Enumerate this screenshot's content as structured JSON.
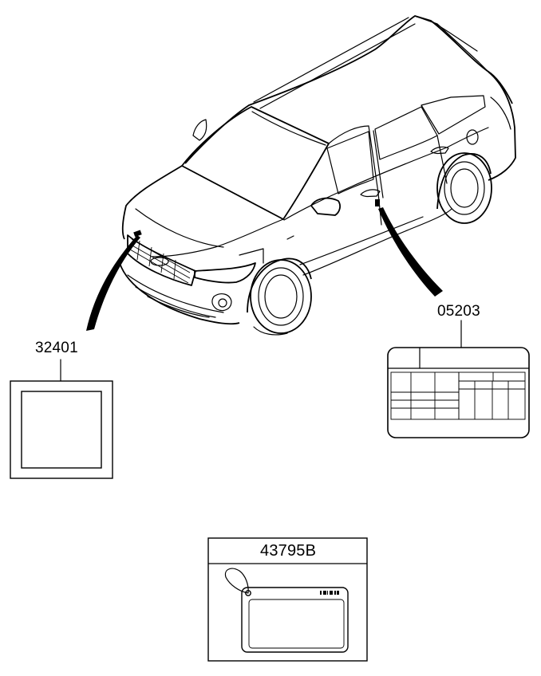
{
  "parts": {
    "emblem_label": "32401",
    "tire_label": "05203",
    "tag_label": "43795B"
  }
}
